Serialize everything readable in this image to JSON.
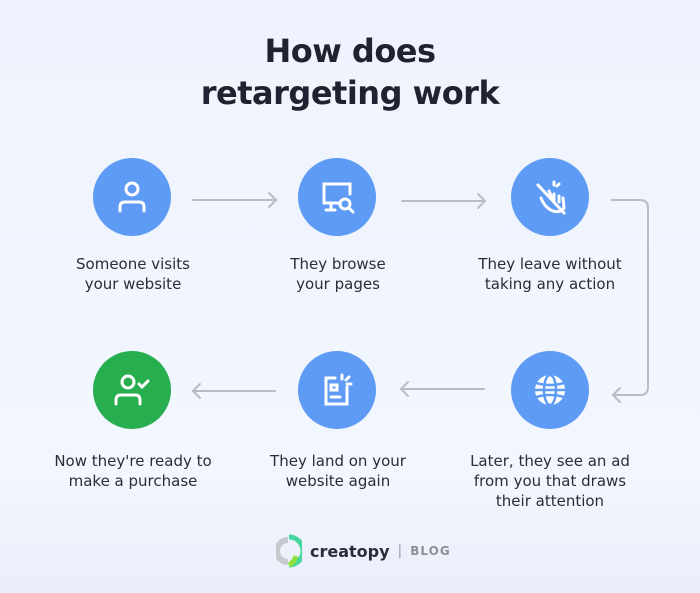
{
  "title_line1": "How does",
  "title_line2": "retargeting work",
  "colors": {
    "step_blue": "#5e9bf5",
    "step_green": "#27ae4f",
    "arrow": "#b9bcc4"
  },
  "steps": [
    {
      "label_1": "Someone visits",
      "label_2": "your website",
      "icon": "user-icon"
    },
    {
      "label_1": "They browse",
      "label_2": "your pages",
      "icon": "monitor-search-icon"
    },
    {
      "label_1": "They leave without",
      "label_2": "taking any action",
      "icon": "hand-tap-off-icon"
    },
    {
      "label_1": "Later, they see an ad",
      "label_2": "from you that draws",
      "label_3": "their attention",
      "icon": "globe-icon"
    },
    {
      "label_1": "They land on your",
      "label_2": "website again",
      "icon": "page-notification-icon"
    },
    {
      "label_1": "Now they're ready to",
      "label_2": "make a purchase",
      "icon": "user-check-icon"
    }
  ],
  "footer": {
    "brand": "creatopy",
    "separator": "|",
    "section": "BLOG"
  }
}
